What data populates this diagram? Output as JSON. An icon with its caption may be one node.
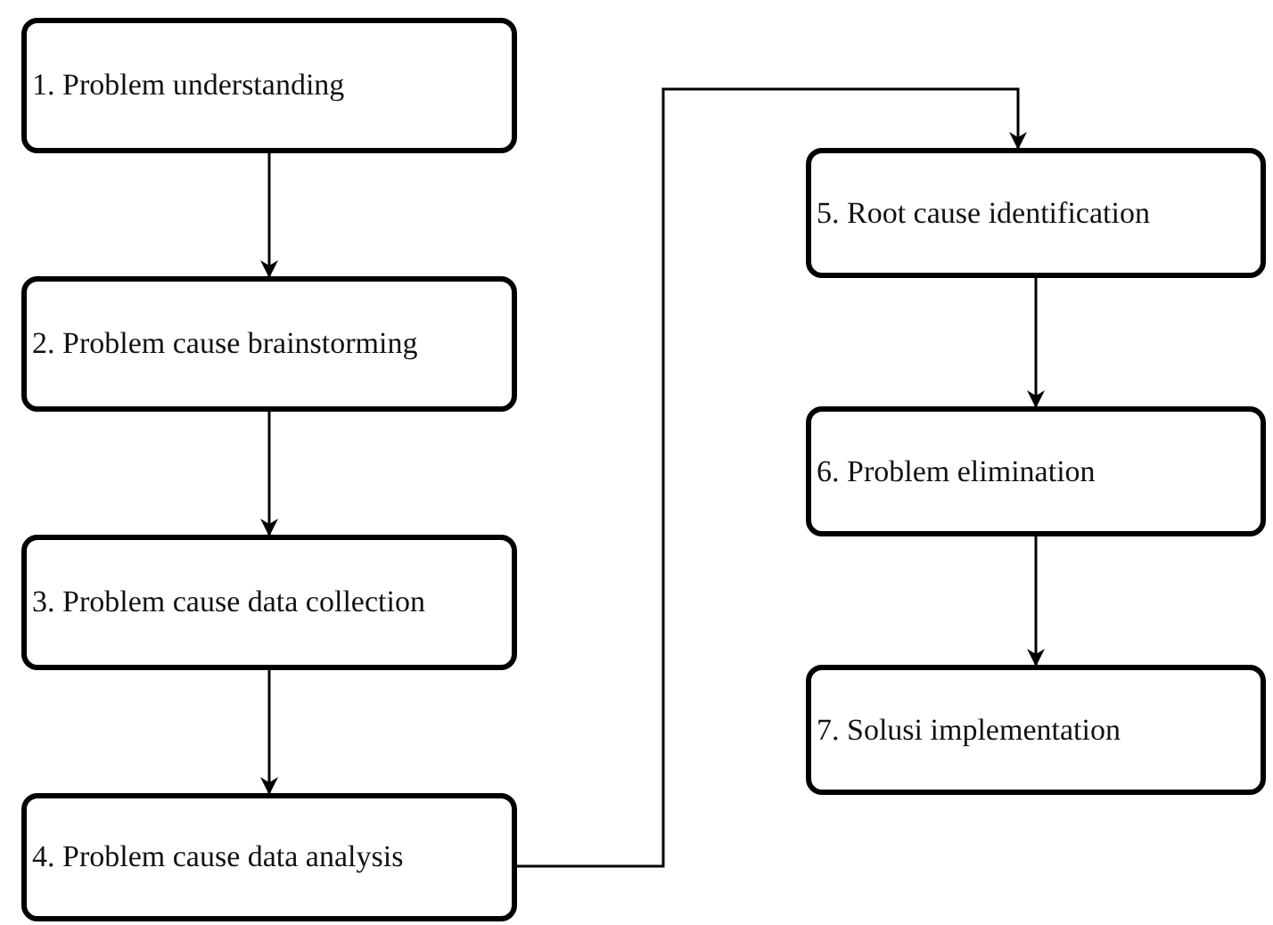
{
  "diagram": {
    "nodes": [
      {
        "text": [
          "1. Problem understanding"
        ]
      },
      {
        "text": [
          "2. Problem cause brainstorming"
        ]
      },
      {
        "text": [
          "3. Problem cause data collection"
        ]
      },
      {
        "text": [
          "4. Problem cause data analysis"
        ]
      },
      {
        "text": [
          "5. Root cause identification"
        ]
      },
      {
        "text": [
          "6. Problem elimination"
        ]
      },
      {
        "text": [
          "7. Solusi implementation"
        ]
      }
    ],
    "edges": [
      {
        "from": 0,
        "to": 1,
        "arrow": "to"
      },
      {
        "from": 1,
        "to": 2,
        "arrow": "to"
      },
      {
        "from": 2,
        "to": 3,
        "arrow": "to"
      },
      {
        "from": 3,
        "to": 4,
        "arrow": "to"
      },
      {
        "from": 4,
        "to": 5,
        "arrow": "to"
      },
      {
        "from": 5,
        "to": 6,
        "arrow": "to"
      }
    ]
  }
}
